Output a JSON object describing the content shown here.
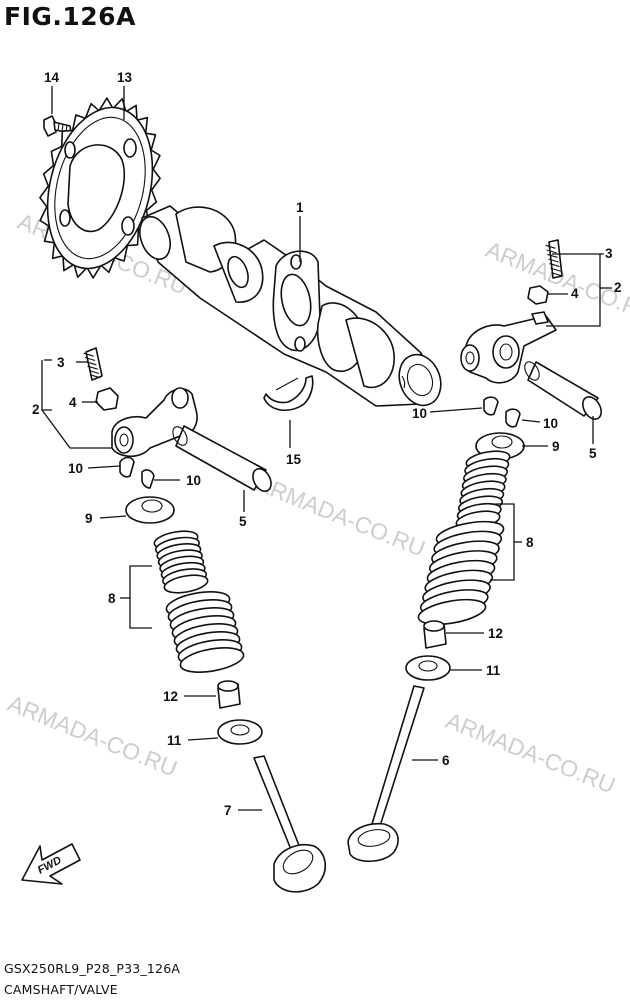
{
  "figure": {
    "title": "FIG.126A"
  },
  "footer": {
    "code": "GSX250RL9_P28_P33_126A",
    "subtitle": "CAMSHAFT/VALVE"
  },
  "watermark": "ARMADA-CO.RU",
  "fwd_label": "FWD",
  "callouts": {
    "c1": "1",
    "c2a": "2",
    "c2b": "2",
    "c3a": "3",
    "c3b": "3",
    "c4a": "4",
    "c4b": "4",
    "c5a": "5",
    "c5b": "5",
    "c6": "6",
    "c7": "7",
    "c8a": "8",
    "c8b": "8",
    "c9a": "9",
    "c9b": "9",
    "c10a": "10",
    "c10b": "10",
    "c10c": "10",
    "c10d": "10",
    "c11a": "11",
    "c11b": "11",
    "c12a": "12",
    "c12b": "12",
    "c13": "13",
    "c14": "14",
    "c15": "15"
  }
}
